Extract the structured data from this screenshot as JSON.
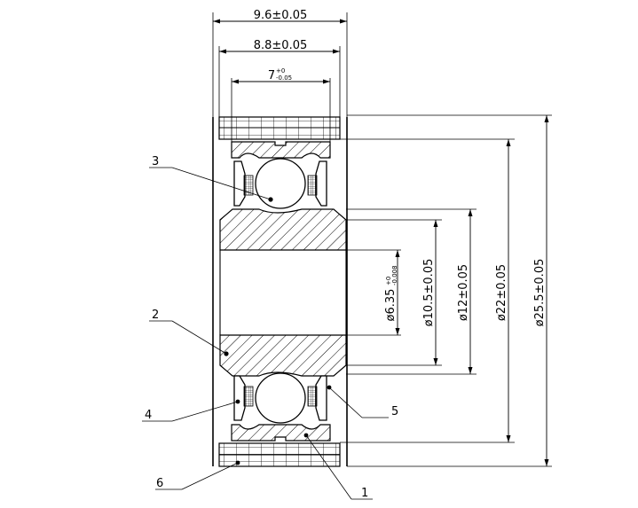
{
  "dimensions": {
    "width_outer": "9.6±0.05",
    "width_inner": "8.8±0.05",
    "width_race_main": "7",
    "width_race_tol_upper": "+0",
    "width_race_tol_lower": "-0.05",
    "bore_main": "ø6.35",
    "bore_tol_upper": "+0",
    "bore_tol_lower": "-0.008",
    "d_10_5": "ø10.5±0.05",
    "d_12": "ø12±0.05",
    "d_22": "ø22±0.05",
    "d_25_5": "ø25.5±0.05"
  },
  "callouts": [
    "1",
    "2",
    "3",
    "4",
    "5",
    "6"
  ],
  "colors": {
    "line": "#000000",
    "background": "#ffffff"
  }
}
